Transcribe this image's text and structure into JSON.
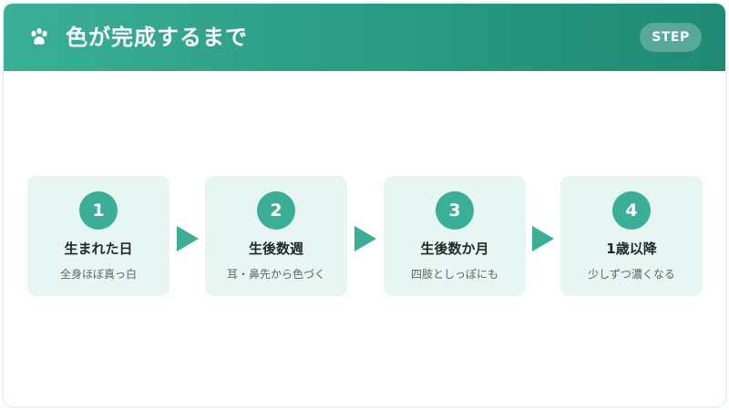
{
  "header": {
    "title": "色が完成するまで",
    "badge": "STEP",
    "icon": "paw-icon"
  },
  "steps": [
    {
      "number": "1",
      "title": "生まれた日",
      "description": "全身ほぼ真っ白"
    },
    {
      "number": "2",
      "title": "生後数週",
      "description": "耳・鼻先から色づく"
    },
    {
      "number": "3",
      "title": "生後数か月",
      "description": "四肢としっぽにも"
    },
    {
      "number": "4",
      "title": "1歳以降",
      "description": "少しずつ濃くなる"
    }
  ],
  "colors": {
    "accent": "#3aae96",
    "card_bg": "#e8f6f3",
    "header_gradient_end": "#1f8a73"
  }
}
